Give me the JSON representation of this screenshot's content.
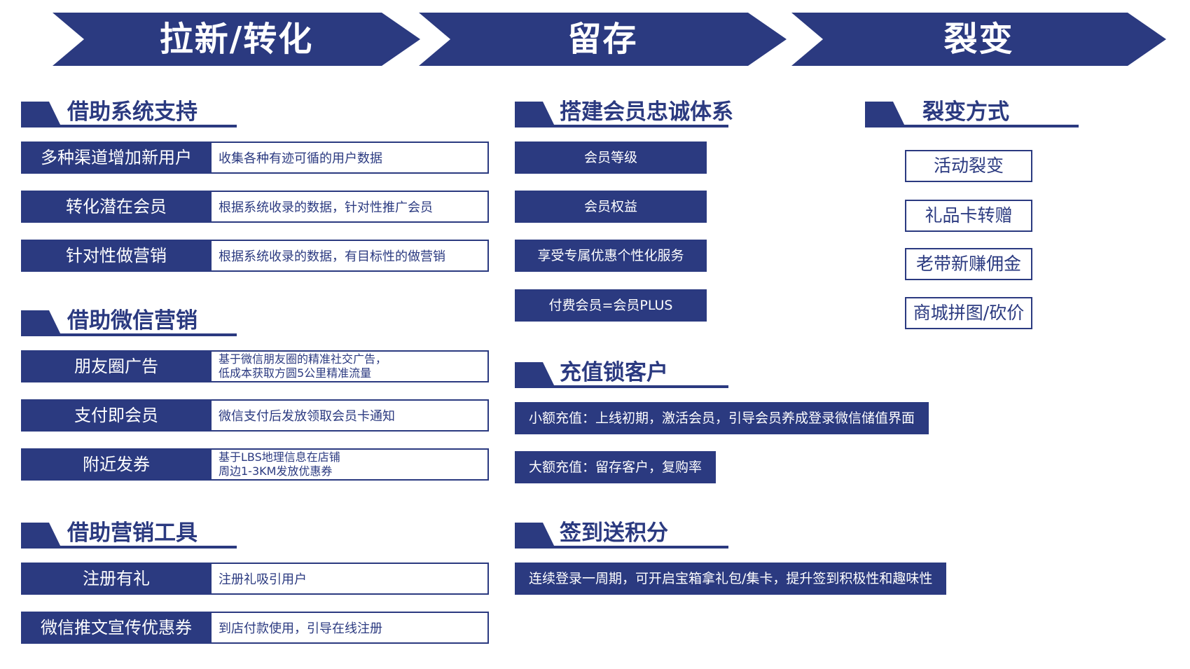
{
  "stages": [
    {
      "label": "拉新/转化"
    },
    {
      "label": "留存"
    },
    {
      "label": "裂变"
    }
  ],
  "sections": {
    "system_support": {
      "title": "借助系统支持",
      "rows": [
        {
          "label": "多种渠道增加新用户",
          "desc": "收集各种有迹可循的用户数据"
        },
        {
          "label": "转化潜在会员",
          "desc": "根据系统收录的数据，针对性推广会员"
        },
        {
          "label": "针对性做营销",
          "desc": "根据系统收录的数据，有目标性的做营销"
        }
      ]
    },
    "wechat_marketing": {
      "title": "借助微信营销",
      "rows": [
        {
          "label": "朋友圈广告",
          "desc_line1": "基于微信朋友圈的精准社交广告，",
          "desc_line2": "低成本获取方圆5公里精准流量"
        },
        {
          "label": "支付即会员",
          "desc": "微信支付后发放领取会员卡通知"
        },
        {
          "label": "附近发券",
          "desc_line1": "基于LBS地理信息在店铺",
          "desc_line2": "周边1-3KM发放优惠券"
        }
      ]
    },
    "marketing_tools": {
      "title": "借助营销工具",
      "rows": [
        {
          "label": "注册有礼",
          "desc": "注册礼吸引用户"
        },
        {
          "label": "微信推文宣传优惠券",
          "desc": "到店付款使用，引导在线注册"
        }
      ]
    },
    "loyalty": {
      "title": "搭建会员忠诚体系",
      "items": [
        "会员等级",
        "会员权益",
        "享受专属优惠个性化服务",
        "付费会员=会员PLUS"
      ]
    },
    "recharge": {
      "title": "充值锁客户",
      "items": [
        "小额充值：上线初期，激活会员，引导会员养成登录微信储值界面",
        "大额充值：留存客户，复购率"
      ]
    },
    "checkin": {
      "title": "签到送积分",
      "items": [
        "连续登录一周期，可开启宝箱拿礼包/集卡，提升签到积极性和趣味性"
      ]
    },
    "fission": {
      "title": "裂变方式",
      "items": [
        "活动裂变",
        "礼品卡转赠",
        "老带新赚佣金",
        "商城拼图/砍价"
      ]
    }
  },
  "colors": {
    "primary": "#2b3a80",
    "background": "#ffffff",
    "text_on_primary": "#ffffff"
  }
}
